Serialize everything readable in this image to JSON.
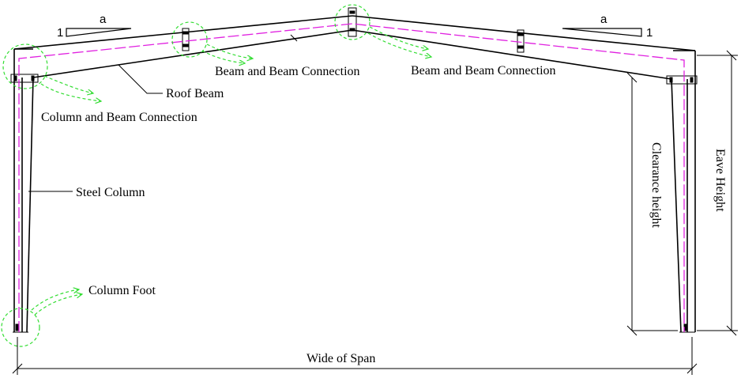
{
  "diagram": {
    "labels": {
      "beam_beam_left": "Beam and Beam Connection",
      "beam_beam_right": "Beam and Beam Connection",
      "roof_beam": "Roof Beam",
      "column_beam": "Column and Beam Connection",
      "steel_column": "Steel Column",
      "column_foot": "Column Foot",
      "clearance_height": "Clearance height",
      "eave_height": "Eave Height",
      "span": "Wide of Span"
    },
    "slope_left": {
      "rise": "1",
      "run": "a"
    },
    "slope_right": {
      "rise": "1",
      "run": "a"
    },
    "colors": {
      "structure": "#000000",
      "centerline": "#e020e0",
      "callout": "#33dd33"
    }
  }
}
